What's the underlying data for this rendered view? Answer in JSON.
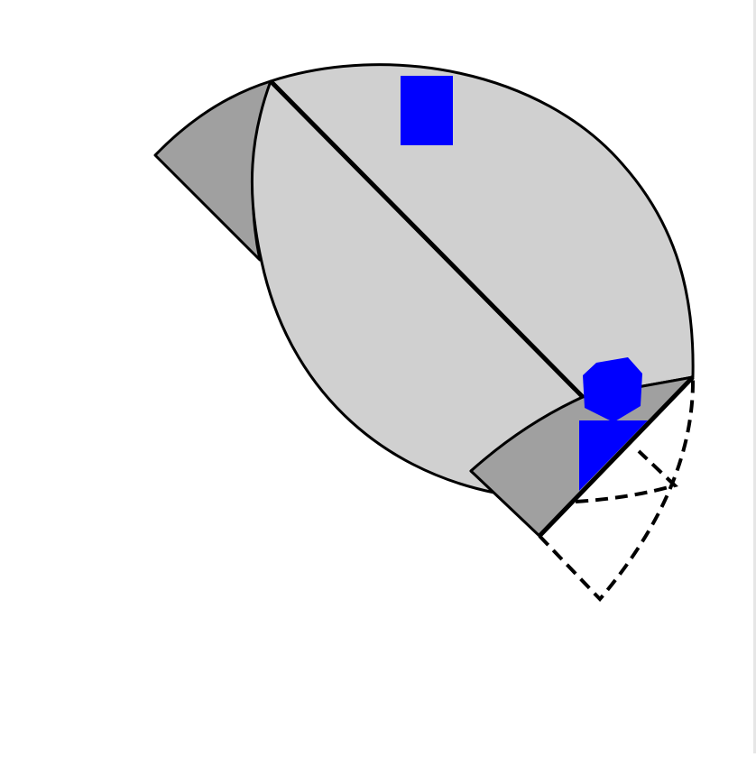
{
  "colors": {
    "background": "#ffffff",
    "light_fill": "#d0d0d0",
    "dark_fill": "#a0a0a0",
    "outline": "#000000",
    "marker": "#0000ff",
    "edge_strip": "#e6e6e6"
  },
  "shapes": [
    {
      "name": "large-lens-shape",
      "kind": "lens",
      "fill": "light_fill"
    },
    {
      "name": "upper-left-wedge",
      "kind": "wedge",
      "fill": "dark_fill"
    },
    {
      "name": "lower-right-wedge",
      "kind": "wedge",
      "fill": "dark_fill"
    },
    {
      "name": "diagonal-chord-line",
      "kind": "line"
    },
    {
      "name": "dashed-outer-arc",
      "kind": "dashed-outline"
    },
    {
      "name": "dashed-inner-arc",
      "kind": "dashed-outline"
    },
    {
      "name": "blue-rectangle-marker",
      "kind": "rectangle",
      "fill": "marker"
    },
    {
      "name": "blue-hexagon-marker",
      "kind": "hexagon",
      "fill": "marker"
    },
    {
      "name": "blue-trapezoid-marker",
      "kind": "trapezoid",
      "fill": "marker"
    }
  ]
}
